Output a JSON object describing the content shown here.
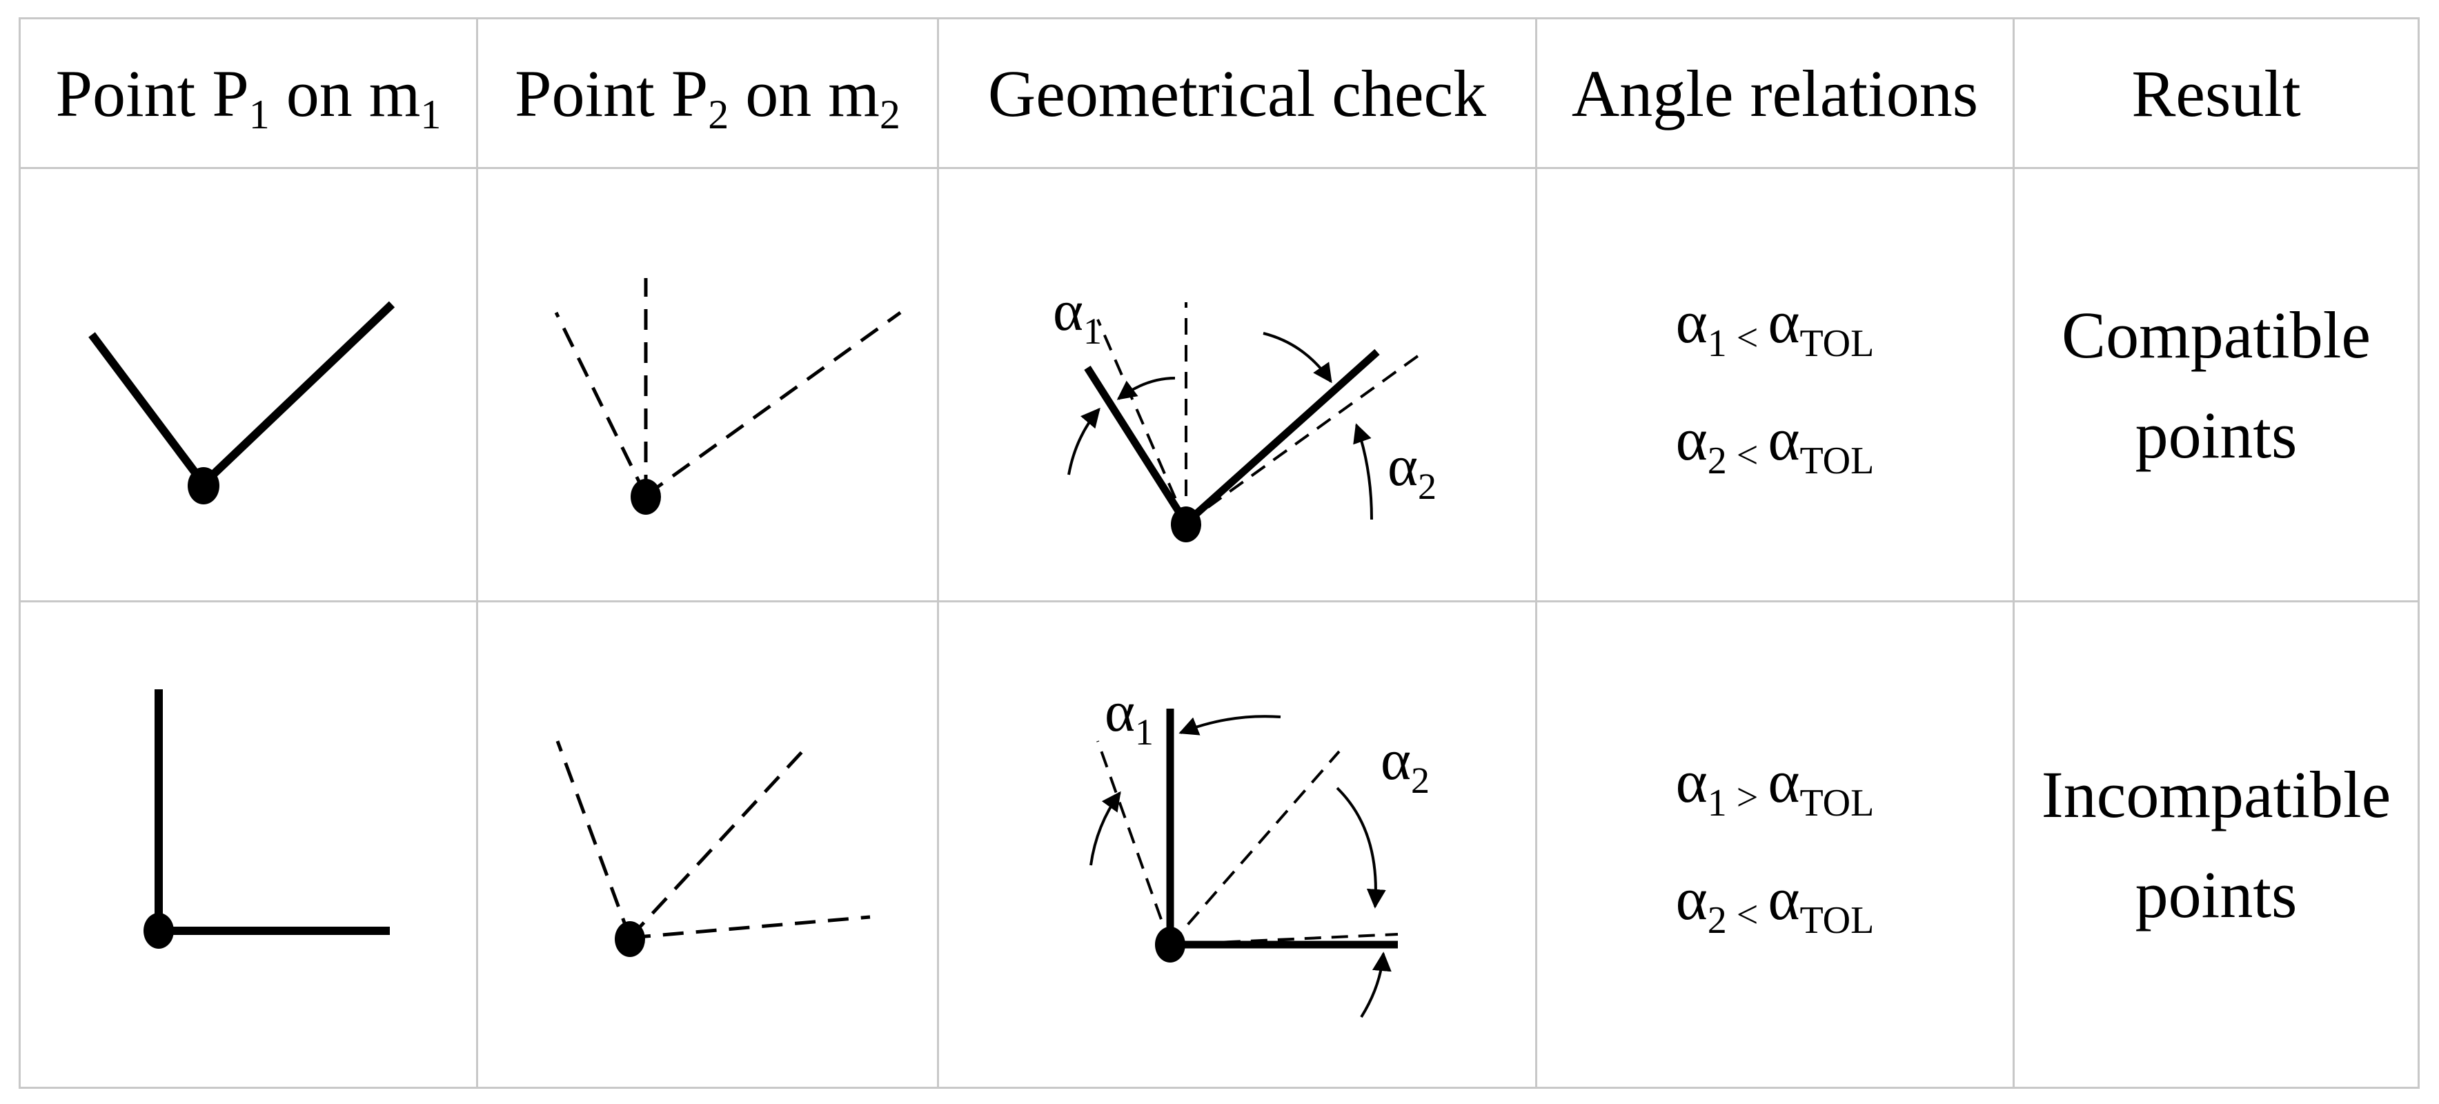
{
  "headers": {
    "col1": {
      "main": "Point P",
      "sub": "1",
      "mid": " on m",
      "sub2": "1"
    },
    "col2": {
      "main": "Point P",
      "sub": "2",
      "mid": " on m",
      "sub2": "2"
    },
    "col3": "Geometrical check",
    "col4": "Angle relations",
    "col5": "Result"
  },
  "rows": [
    {
      "alpha1_label": {
        "sym": "α",
        "sub": "1"
      },
      "alpha2_label": {
        "sym": "α",
        "sub": "2"
      },
      "relations": [
        {
          "sym": "α",
          "sub": "1",
          "op": "<",
          "rhs": "α",
          "rhs_sub": "TOL"
        },
        {
          "sym": "α",
          "sub": "2",
          "op": "<",
          "rhs": "α",
          "rhs_sub": "TOL"
        }
      ],
      "result_line1": "Compatible",
      "result_line2": "points"
    },
    {
      "alpha1_label": {
        "sym": "α",
        "sub": "1"
      },
      "alpha2_label": {
        "sym": "α",
        "sub": "2"
      },
      "relations": [
        {
          "sym": "α",
          "sub": "1",
          "op": ">",
          "rhs": "α",
          "rhs_sub": "TOL"
        },
        {
          "sym": "α",
          "sub": "2",
          "op": "<",
          "rhs": "α",
          "rhs_sub": "TOL"
        }
      ],
      "result_line1": "Incompatible",
      "result_line2": "points"
    }
  ]
}
